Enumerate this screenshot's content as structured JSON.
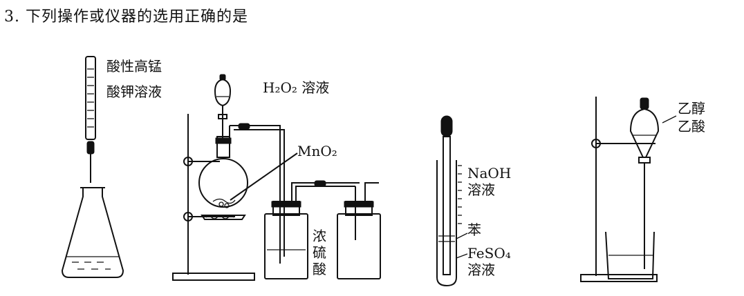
{
  "question": "3. 下列操作或仪器的选用正确的是",
  "labels": {
    "a_line1": "酸性高锰",
    "a_line2": "酸钾溶液",
    "b_h2o2": "H₂O₂ 溶液",
    "b_mno2": "MnO₂",
    "b_acid": "浓硫酸",
    "c_naoh1": "NaOH",
    "c_naoh2": "溶液",
    "c_benzene": "苯",
    "c_feso4_1": "FeSO₄",
    "c_feso4_2": "溶液",
    "d_line1": "乙醇",
    "d_line2": "乙酸"
  }
}
